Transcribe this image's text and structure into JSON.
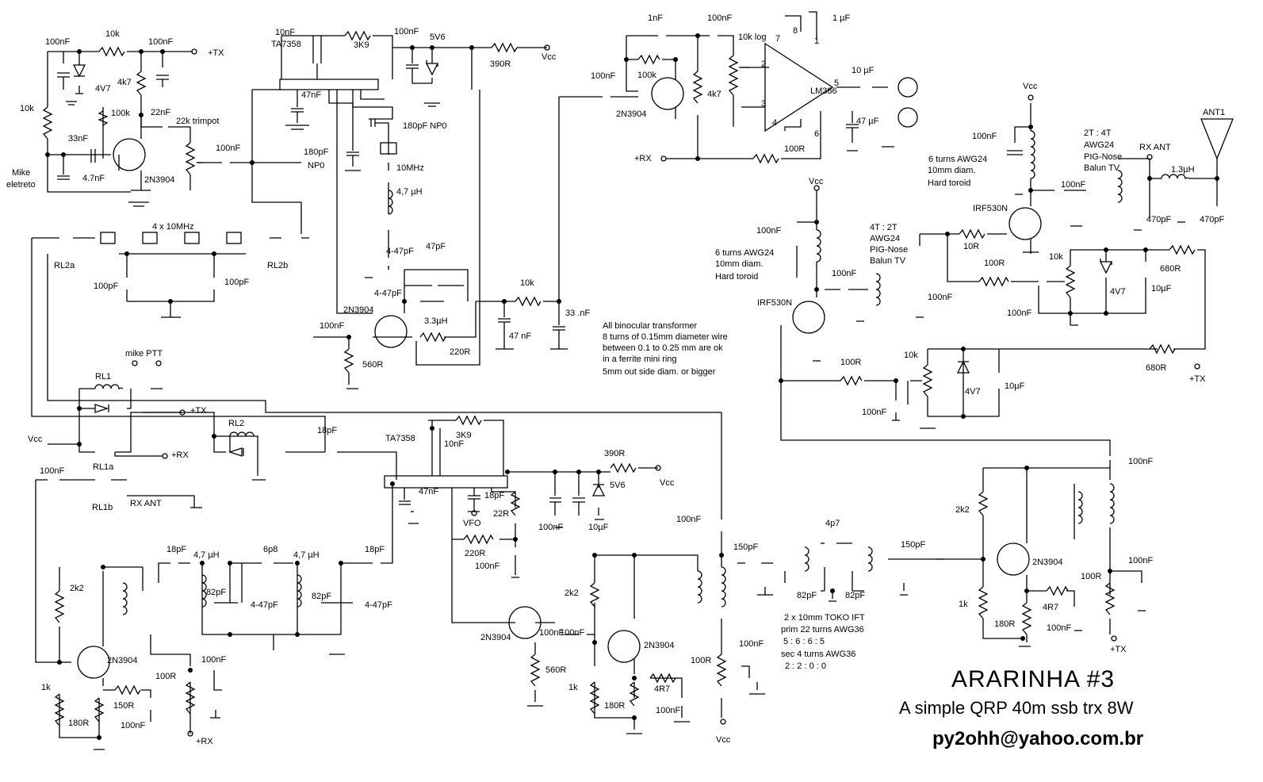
{
  "title": {
    "main": "ARARINHA #3",
    "sub": "A simple QRP 40m ssb trx 8W",
    "email": "py2ohh@yahoo.com.br"
  },
  "labels": {
    "mic_pre": [
      "100nF",
      "10k",
      "100nF",
      "+TX",
      "10k",
      "4V7",
      "4k7",
      "100k",
      "22nF",
      "22k trimpot",
      "33nF",
      "4.7nF",
      "2N3904",
      "Mike",
      "eletreto",
      "100nF"
    ],
    "mod1": [
      "10nF",
      "TA7358",
      "3K9",
      "100nF",
      "5V6",
      "390R",
      "Vcc",
      "47nF",
      "180pF NP0",
      "180pF",
      "NP0",
      "10MHz",
      "4,7 µH",
      "4-47pF",
      "47pF",
      "4-47pF",
      "3.3µH",
      "2N3904",
      "100nF",
      "220R",
      "560R",
      "10k",
      "33 .nF",
      "47  nF"
    ],
    "crystal_filter": [
      "4 x 10MHz",
      "RL2a",
      "RL2b",
      "100pF",
      "100pF"
    ],
    "relays": [
      "mike PTT",
      "RL1",
      "Vcc",
      "+TX",
      "RL2",
      "RL1a",
      "+RX",
      "100nF",
      "RL1b",
      "RX ANT"
    ],
    "audio": [
      "1nF",
      "100nF",
      "1 µF",
      "10k log",
      "100nF",
      "100k",
      "4k7",
      "2N3904",
      "LM386",
      "10 µF",
      "47 µF",
      "+RX",
      "100R",
      "2",
      "3",
      "4",
      "5",
      "6",
      "7",
      "8",
      "1"
    ],
    "pa": [
      "Vcc",
      "100nF",
      "6 turns AWG24",
      "10mm diam.",
      "Hard toroid",
      "2T : 4T",
      "AWG24",
      "PIG-Nose",
      "Balun TV",
      "RX ANT",
      "1.3µH",
      "ANT1",
      "100nF",
      "IRF530N",
      "470pF",
      "470pF",
      "Vcc",
      "100nF",
      "6 turns AWG24",
      "10mm diam.",
      "Hard toroid",
      "4T : 2T",
      "AWG24",
      "PIG-Nose",
      "Balun TV",
      "100nF",
      "10R",
      "100R",
      "10k",
      "680R",
      "IRF530N",
      "100nF",
      "4V7",
      "10µF",
      "100nF"
    ],
    "notes": [
      "All binocular transformer",
      "8 turns of 0.15mm diameter wire",
      "between  0.1 to 0.25 mm are ok",
      "in a ferrite mini ring",
      "5mm out side diam. or bigger"
    ],
    "bias": [
      "10k",
      "100R",
      "680R",
      "+TX",
      "4V7",
      "10µF",
      "100nF"
    ],
    "mod2": [
      "18pF",
      "TA7358",
      "3K9",
      "10nF",
      "390R",
      "Vcc",
      "47nF",
      "18pF",
      "VFO",
      "22R",
      "5V6",
      "100nF",
      "10µF",
      "220R",
      "100nF",
      "100nF",
      "2N3904",
      "560R"
    ],
    "bpf": [
      "18pF",
      "4,7 µH",
      "6p8",
      "4,7 µH",
      "18pF",
      "82pF",
      "4-47pF",
      "82pF",
      "4-47pF"
    ],
    "rx_amp": [
      "2k2",
      "2N3904",
      "1k",
      "180R",
      "150R",
      "100nF",
      "100R",
      "100nF",
      "+RX"
    ],
    "if_amp": [
      "100nF",
      "2k2",
      "2N3904",
      "1k",
      "180R",
      "4R7",
      "100nF"
    ],
    "ift": [
      "100nF",
      "150pF",
      "4p7",
      "82pF",
      "82pF",
      "150pF",
      "2 x 10mm TOKO IFT",
      "prim 22 turns AWG36",
      "5 : 6 : 6 : 5",
      "sec 4 turns AWG36",
      "2 : 2 : 0 : 0",
      "100nF",
      "100R",
      "Vcc"
    ],
    "tx_amp": [
      "100nF",
      "2k2",
      "2N3904",
      "1k",
      "180R",
      "4R7",
      "100nF",
      "100R",
      "100nF",
      "+TX"
    ]
  }
}
